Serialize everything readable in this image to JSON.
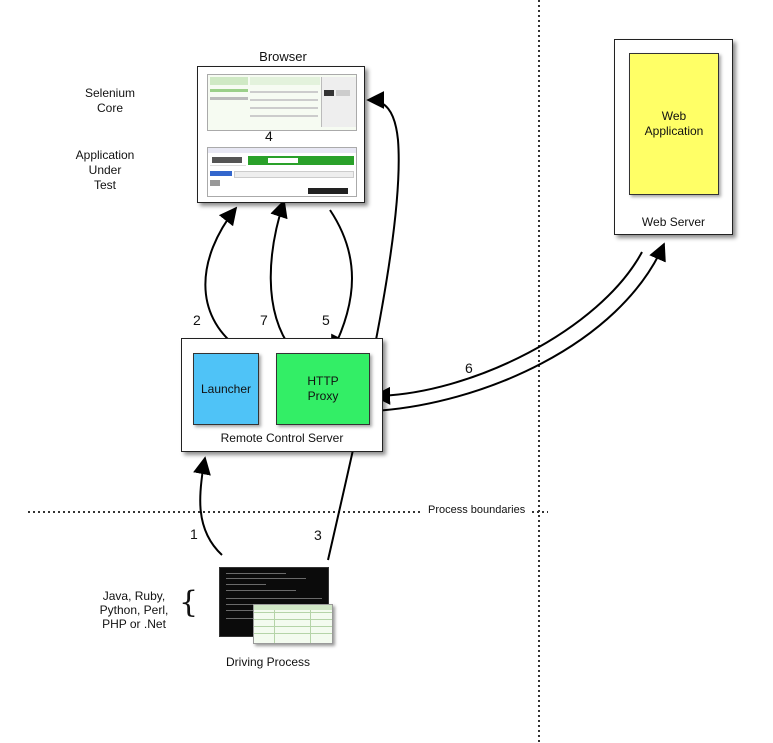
{
  "browser": {
    "title": "Browser",
    "step4_label": "4"
  },
  "side_labels": {
    "selenium_core_line1": "Selenium",
    "selenium_core_line2": "Core",
    "aut_line1": "Application",
    "aut_line2": "Under",
    "aut_line3": "Test"
  },
  "web_server": {
    "title": "Web Server",
    "app_line1": "Web",
    "app_line2": "Application",
    "app_color": "#ffff66"
  },
  "rc_server": {
    "title": "Remote Control Server",
    "launcher_label": "Launcher",
    "launcher_color": "#4fc3f7",
    "proxy_line1": "HTTP",
    "proxy_line2": "Proxy",
    "proxy_color": "#33ee66"
  },
  "steps": {
    "s1": "1",
    "s2": "2",
    "s3": "3",
    "s5": "5",
    "s6": "6",
    "s7": "7"
  },
  "process_boundaries_label": "Process boundaries",
  "driving_process": {
    "title": "Driving Process",
    "languages_line1": "Java, Ruby,",
    "languages_line2": "Python, Perl,",
    "languages_line3": "PHP or .Net",
    "brace": "{"
  }
}
